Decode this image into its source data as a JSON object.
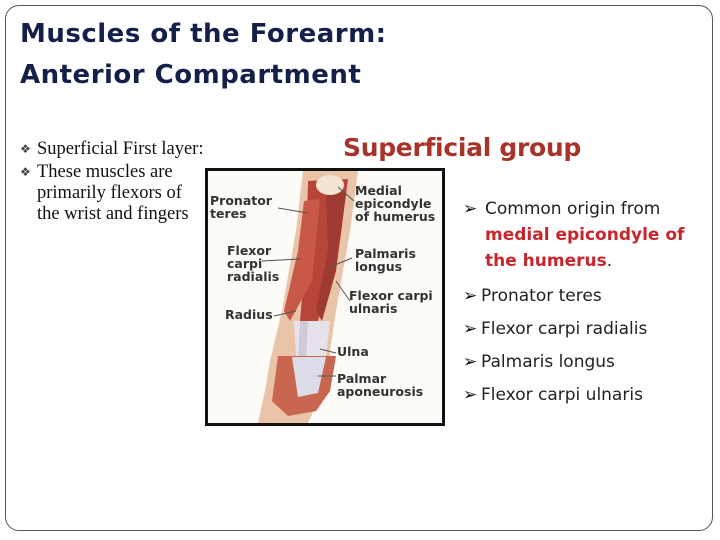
{
  "slide": {
    "title_line1": "Muscles of the Forearm:",
    "title_line2": "Anterior Compartment"
  },
  "left_bullets": [
    {
      "text": "Superficial First layer:"
    },
    {
      "text": "These muscles are primarily flexors of the wrist and fingers"
    }
  ],
  "bullet_marker_icon": "ornamental-bullet-icon",
  "right_panel": {
    "heading": "Superficial group",
    "origin_prefix": "Common origin from",
    "origin_highlight_line1": "medial epicondyle of",
    "origin_highlight_line2": "the humerus",
    "origin_suffix": ".",
    "muscles": [
      "Pronator teres",
      "Flexor carpi radialis",
      "Palmaris longus",
      "Flexor carpi ulnaris"
    ],
    "arrow_icon": "arrow-bullet-icon"
  },
  "figure_labels": {
    "pronator_teres": "Pronator\nteres",
    "medial_epicondyle": "Medial\nepicondyle\nof humerus",
    "flexor_carpi_radialis": "Flexor\ncarpi\nradialis",
    "palmaris_longus": "Palmaris\nlongus",
    "flexor_carpi_ulnaris": "Flexor carpi\nulnaris",
    "radius": "Radius",
    "ulna": "Ulna",
    "palmar_aponeurosis": "Palmar\naponeurosis"
  },
  "colors": {
    "title": "#15204a",
    "heading": "#a8332a",
    "highlight": "#c8262c"
  }
}
